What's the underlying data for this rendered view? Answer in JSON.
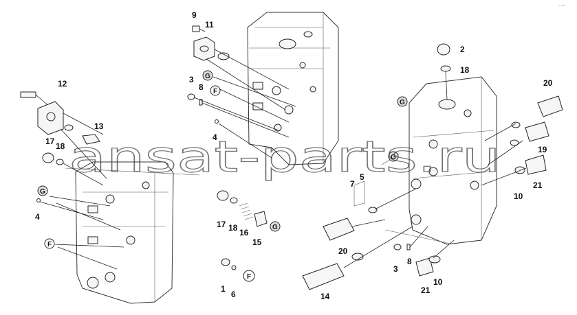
{
  "watermark": "ansat-parts.ru",
  "corner_mark": "◦ —",
  "callouts": [
    {
      "id": "c9",
      "text": "9"
    },
    {
      "id": "c11",
      "text": "11"
    },
    {
      "id": "c3a",
      "text": "3"
    },
    {
      "id": "c8a",
      "text": "8"
    },
    {
      "id": "c4a",
      "text": "4"
    },
    {
      "id": "c12",
      "text": "12"
    },
    {
      "id": "c13",
      "text": "13"
    },
    {
      "id": "c17a",
      "text": "17"
    },
    {
      "id": "c18a",
      "text": "18"
    },
    {
      "id": "c4b",
      "text": "4"
    },
    {
      "id": "c17b",
      "text": "17"
    },
    {
      "id": "c18b",
      "text": "18"
    },
    {
      "id": "c16",
      "text": "16"
    },
    {
      "id": "c15",
      "text": "15"
    },
    {
      "id": "c1",
      "text": "1"
    },
    {
      "id": "c6",
      "text": "6"
    },
    {
      "id": "c2",
      "text": "2"
    },
    {
      "id": "c18c",
      "text": "18"
    },
    {
      "id": "c20a",
      "text": "20"
    },
    {
      "id": "c19",
      "text": "19"
    },
    {
      "id": "c21a",
      "text": "21"
    },
    {
      "id": "c10a",
      "text": "10"
    },
    {
      "id": "c7",
      "text": "7"
    },
    {
      "id": "c5",
      "text": "5"
    },
    {
      "id": "c20b",
      "text": "20"
    },
    {
      "id": "c14",
      "text": "14"
    },
    {
      "id": "c3b",
      "text": "3"
    },
    {
      "id": "c8b",
      "text": "8"
    },
    {
      "id": "c21b",
      "text": "21"
    },
    {
      "id": "c10b",
      "text": "10"
    }
  ],
  "circle_labels": [
    {
      "id": "gA",
      "text": "G"
    },
    {
      "id": "fA",
      "text": "F"
    },
    {
      "id": "gB",
      "text": "G"
    },
    {
      "id": "fB",
      "text": "F"
    },
    {
      "id": "gC",
      "text": "G"
    },
    {
      "id": "fC",
      "text": "F"
    },
    {
      "id": "gD",
      "text": "G"
    },
    {
      "id": "gE",
      "text": "G"
    }
  ]
}
